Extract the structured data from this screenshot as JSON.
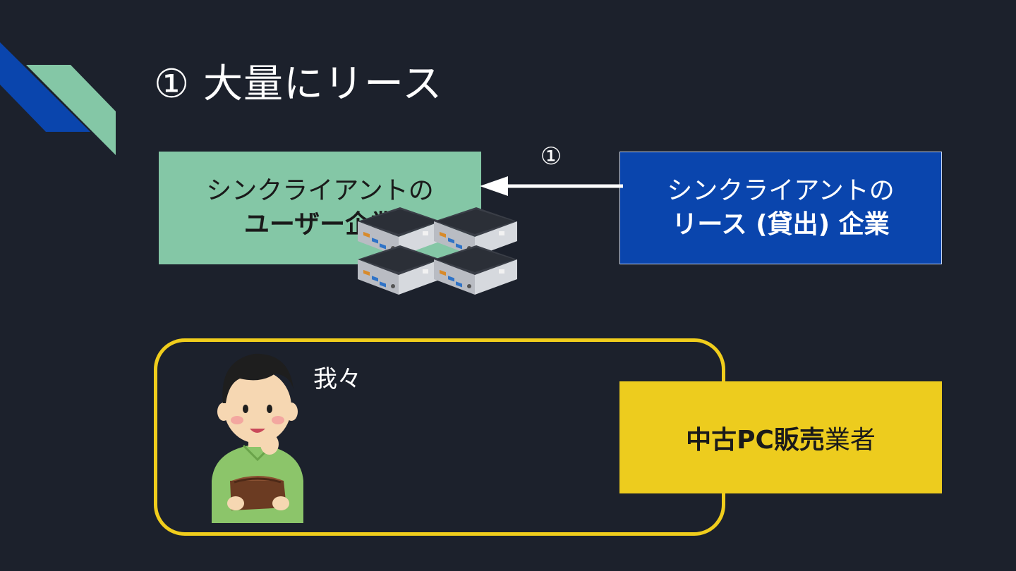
{
  "slide": {
    "title": "① 大量にリース"
  },
  "user_company": {
    "line1": "シンクライアントの",
    "line2": "ユーザー企業"
  },
  "lease_company": {
    "line1": "シンクライアントの",
    "line2": "リース (貸出) 企業"
  },
  "arrow": {
    "label": "①"
  },
  "group": {
    "label": "我々"
  },
  "used_pc_dealer": {
    "bold_text": "中古PC販売",
    "normal_text": "業者"
  },
  "colors": {
    "background": "#1c212c",
    "green": "#84c7a6",
    "blue": "#0a45ad",
    "yellow": "#edcc1e"
  }
}
